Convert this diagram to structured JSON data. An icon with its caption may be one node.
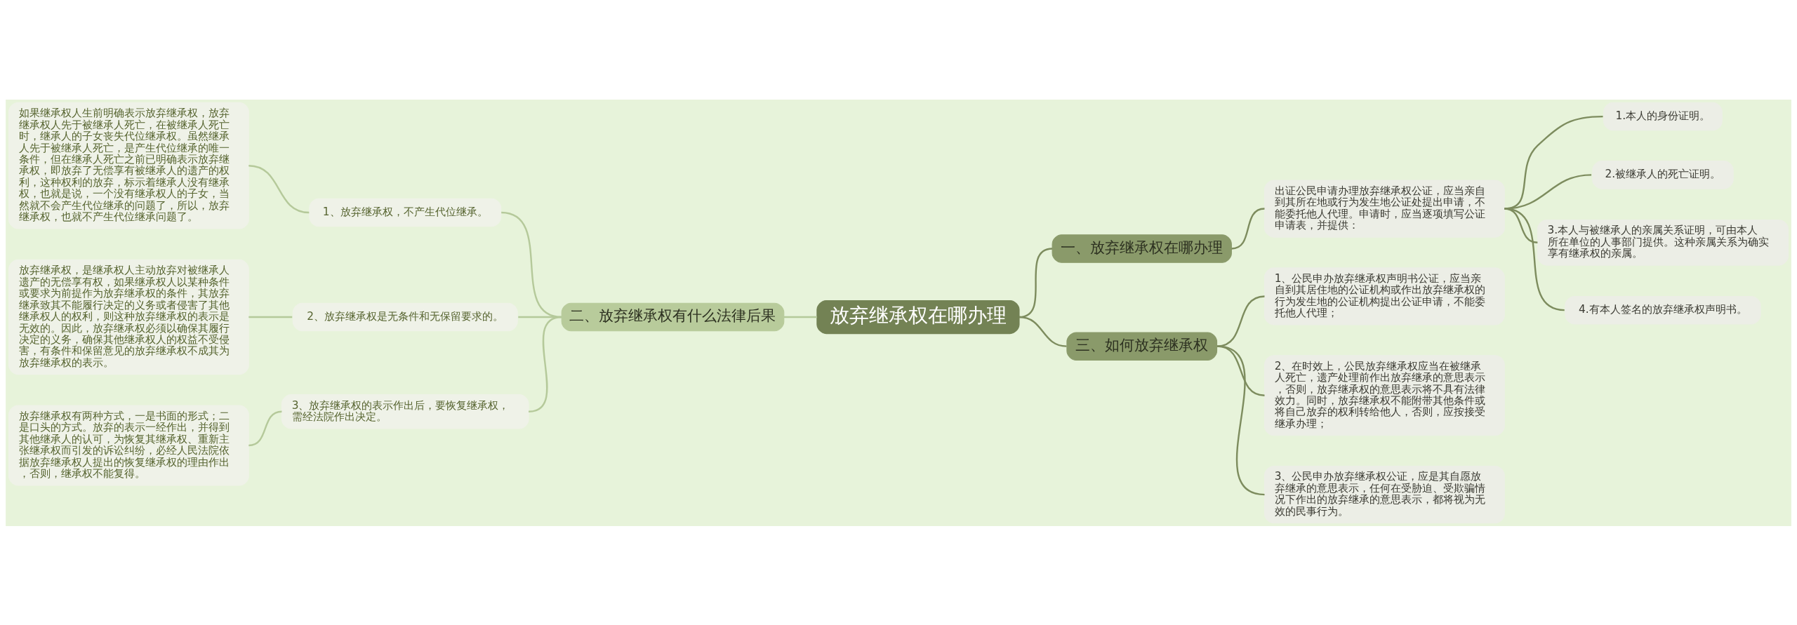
{
  "diagram": {
    "nodes": [
      {
        "text": [
          "放弃继承权在哪办理"
        ]
      },
      {
        "text": [
          "一、放弃继承权在哪办理"
        ]
      },
      {
        "text": [
          "出证公民申请办理放弃继承权公证，应当亲自到其所在地或行为发生地公证处提出申请，不能委托他人代理。申请时，应当逐项填写公证申请表，并提供："
        ]
      },
      {
        "text": [
          "1.本人的身份证明。"
        ]
      },
      {
        "text": [
          "2.被继承人的死亡证明。"
        ]
      },
      {
        "text": [
          "3.本人与被继承人的亲属关系证明，可由本人所在单位的人事部门提供。这种亲属关系为确实享有继承权的亲属。"
        ]
      },
      {
        "text": [
          "4.有本人签名的放弃继承权声明书。"
        ]
      },
      {
        "text": [
          "二、放弃继承权有什么法律后果"
        ]
      },
      {
        "text": [
          "1、放弃继承权，不产生代位继承。"
        ]
      },
      {
        "text": [
          "如果继承权人生前明确表示放弃继承权，放弃继承权人先于被继承人死亡，在被继承人死亡时，继承人的子女丧失代位继承权。虽然继承人先于被继承人死亡，是产生代位继承的唯一条件，但在继承人死亡之前已明确表示放弃继承权，即放弃了无偿享有被继承人的遗产的权利，这种权利的放弃，标示着继承人没有继承权，也就是说，一个没有继承权人的子女，当然就不会产生代位继承的问题了，所以，放弃继承权，也就不产生代位继承问题了。"
        ]
      },
      {
        "text": [
          "2、放弃继承权是无条件和无保留要求的。"
        ]
      },
      {
        "text": [
          "放弃继承权，是继承权人主动放弃对被继承人遗产的无偿享有权，如果继承权人以某种条件或要求为前提作为放弃继承权的条件，其放弃继承致其不能履行决定的义务或者侵害了其他继承权人的权利，则这种放弃继承权的表示是无效的。因此，放弃继承权必须以确保其履行决定的义务，确保其他继承权人的权益不受侵害，有条件和保留意见的放弃继承权不成其为放弃继承权的表示。"
        ]
      },
      {
        "text": [
          "3、放弃继承权的表示作出后，要恢复继承权，需经法院作出决定。"
        ]
      },
      {
        "text": [
          "放弃继承权有两种方式，一是书面的形式；二是口头的方式。放弃的表示一经作出，并得到其他继承人的认可，为恢复其继承权、重新主张继承权而引发的诉讼纠纷，必经人民法院依据放弃继承权人提出的恢复继承权的理由作出，否则，继承权不能复得。"
        ]
      },
      {
        "text": [
          "三、如何放弃继承权"
        ]
      },
      {
        "text": [
          "1、公民申办放弃继承权声明书公证，应当亲自到其居住地的公证机构或作出放弃继承权的行为发生地的公证机构提出公证申请，不能委托他人代理；"
        ]
      },
      {
        "text": [
          "2、在时效上，公民放弃继承权应当在被继承人死亡，遗产处理前作出放弃继承的意思表示，否则，放弃继承权的意思表示将不具有法律效力。同时，放弃继承权不能附带其他条件或将自己放弃的权利转给他人，否则，应按接受继承办理；"
        ]
      },
      {
        "text": [
          "3、公民申办放弃继承权公证，应是其自愿放弃继承的意思表示，任何在受胁迫、受欺骗情况下作出的放弃继承的意思表示，都将视为无效的民事行为。"
        ]
      }
    ],
    "edges": [
      {
        "from": 0,
        "to": 1,
        "arrow": "none"
      },
      {
        "from": 1,
        "to": 2,
        "arrow": "none"
      },
      {
        "from": 2,
        "to": 3,
        "arrow": "none"
      },
      {
        "from": 2,
        "to": 4,
        "arrow": "none"
      },
      {
        "from": 2,
        "to": 5,
        "arrow": "none"
      },
      {
        "from": 2,
        "to": 6,
        "arrow": "none"
      },
      {
        "from": 0,
        "to": 7,
        "arrow": "none",
        "color": "#b5c99a"
      },
      {
        "from": 7,
        "to": 8,
        "arrow": "none",
        "color": "#b5c99a"
      },
      {
        "from": 8,
        "to": 9,
        "arrow": "none",
        "color": "#b5c99a"
      },
      {
        "from": 7,
        "to": 10,
        "arrow": "none",
        "color": "#b5c99a"
      },
      {
        "from": 10,
        "to": 11,
        "arrow": "none",
        "color": "#b5c99a"
      },
      {
        "from": 7,
        "to": 12,
        "arrow": "none",
        "color": "#b5c99a"
      },
      {
        "from": 12,
        "to": 13,
        "arrow": "none",
        "color": "#b5c99a"
      },
      {
        "from": 0,
        "to": 14,
        "arrow": "none"
      },
      {
        "from": 14,
        "to": 15,
        "arrow": "none"
      },
      {
        "from": 14,
        "to": 16,
        "arrow": "none"
      },
      {
        "from": 14,
        "to": 17,
        "arrow": "none"
      }
    ]
  }
}
